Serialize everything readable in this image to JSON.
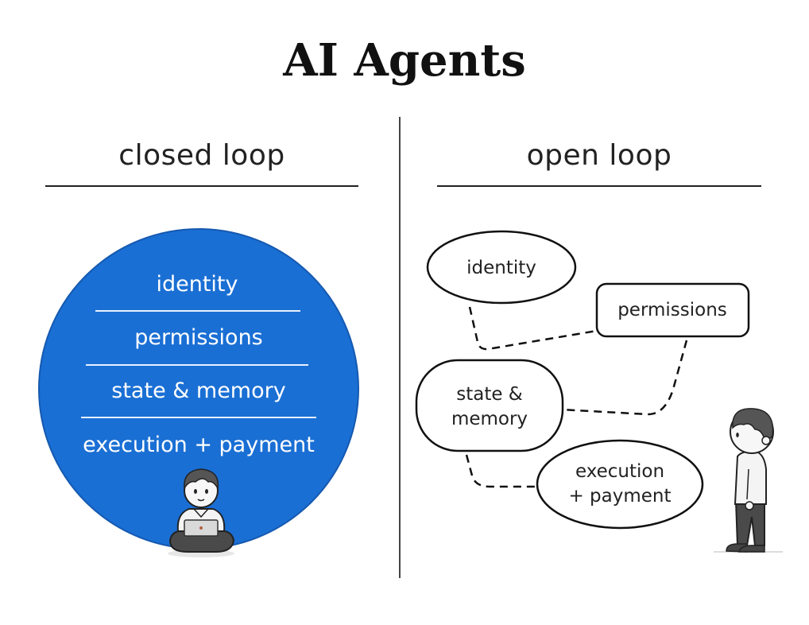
{
  "title": "AI Agents",
  "closed_loop": {
    "heading": "closed loop",
    "circle_color": "#1a6fd4",
    "layers": [
      "identity",
      "permissions",
      "state & memory",
      "execution + payment"
    ],
    "figure": "seated-person-with-laptop-icon"
  },
  "open_loop": {
    "heading": "open loop",
    "nodes": {
      "identity": "identity",
      "permissions": "permissions",
      "state_memory": [
        "state &",
        "memory"
      ],
      "execution_payment": [
        "execution",
        "+ payment"
      ]
    },
    "figure": "standing-person-icon"
  }
}
